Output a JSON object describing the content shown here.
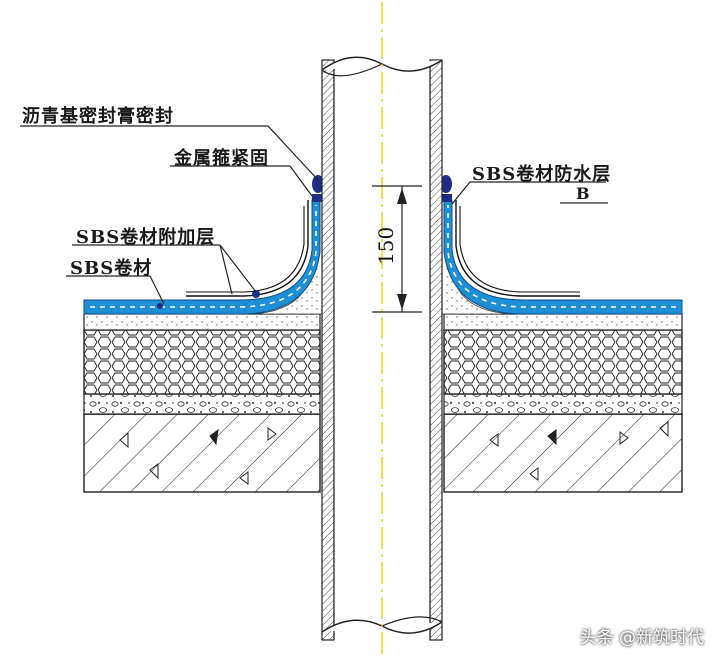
{
  "labels": {
    "asphalt_sealant": "沥青基密封膏密封",
    "metal_hoop": "金属箍紧固",
    "sbs_additional": "SBS卷材附加层",
    "sbs_membrane": "SBS卷材",
    "sbs_waterproof": "SBS卷材防水层",
    "b_label": "B"
  },
  "dimension": {
    "value": "150"
  },
  "watermark": "头条 @新筑时代",
  "colors": {
    "membrane_blue": "#1e8fd6",
    "sealant_navy": "#1c2d8a",
    "line": "#222222",
    "centerline": "#e8d200"
  }
}
